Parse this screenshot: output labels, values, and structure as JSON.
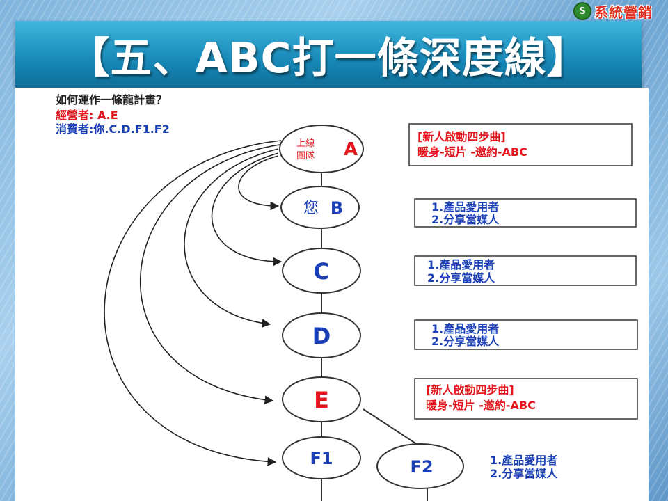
{
  "logo": {
    "mark": "S",
    "text": "系統營銷",
    "mark_icon": "ust-logo-icon"
  },
  "title": "【五、ABC打一條深度線】",
  "intro": {
    "question": "如何運作一條龍計畫？",
    "operators": "經營者: A.E",
    "consumers": "消費者:你.C.D.F1.F2"
  },
  "nodes": {
    "a": {
      "sub1": "上線",
      "sub2": "團隊",
      "letter": "A"
    },
    "b": {
      "sub": "您",
      "letter": "B"
    },
    "c": {
      "letter": "C"
    },
    "d": {
      "letter": "D"
    },
    "e": {
      "letter": "E"
    },
    "f1": {
      "letter": "F1"
    },
    "f2": {
      "letter": "F2"
    }
  },
  "boxes": {
    "a": {
      "line1": "[新人啟動四步曲]",
      "line2": "暖身-短片 -邀約-ABC"
    },
    "b": {
      "line1": "1.產品愛用者",
      "line2": "2.分享當媒人"
    },
    "c": {
      "line1": "1.產品愛用者",
      "line2": "2.分享當媒人"
    },
    "d": {
      "line1": "1.產品愛用者",
      "line2": "2.分享當媒人"
    },
    "e": {
      "line1": "[新人啟動四步曲]",
      "line2": "暖身-短片 -邀約-ABC"
    },
    "f2": {
      "line1": "1.產品愛用者",
      "line2": "2.分享當媒人"
    }
  },
  "colors": {
    "red": "#e3141b",
    "blue": "#1b3fb5",
    "title_bar": "#1788b8"
  }
}
